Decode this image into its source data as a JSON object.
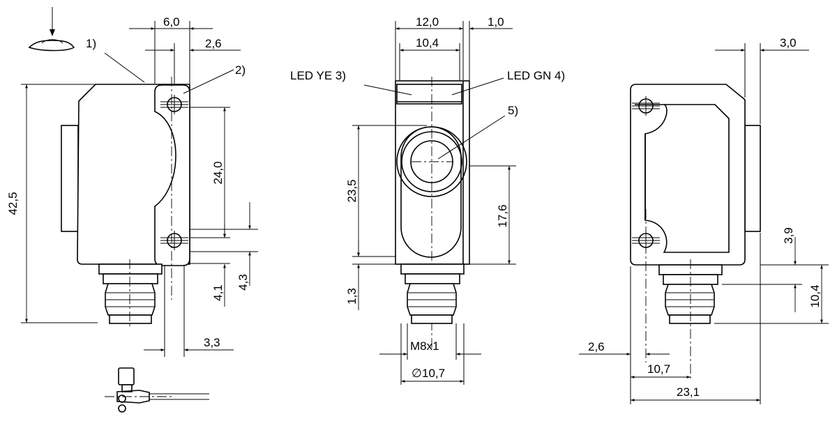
{
  "left_view": {
    "dim_top_width": "6,0",
    "dim_hole_offset": "2,6",
    "dim_height": "42,5",
    "dim_hole_spacing": "24,0",
    "dim_lower_a": "4,1",
    "dim_lower_b": "4,3",
    "dim_bottom": "3,3",
    "callout_1": "1)",
    "callout_2": "2)"
  },
  "middle_view": {
    "dim_width": "12,0",
    "dim_side": "1,0",
    "dim_inner": "10,4",
    "label_led_ye": "LED YE 3)",
    "label_led_gn": "LED GN 4)",
    "callout_5": "5)",
    "dim_height_left": "23,5",
    "dim_height_right": "17,6",
    "dim_bottom_left": "1,3",
    "dim_thread": "M8x1",
    "dim_diameter": "10,7",
    "diameter_symbol": "∅"
  },
  "right_view": {
    "dim_top": "3,0",
    "dim_right_a": "3,9",
    "dim_right_b": "10,4",
    "dim_bottom_a": "2,6",
    "dim_bottom_b": "10,7",
    "dim_bottom_c": "23,1"
  }
}
